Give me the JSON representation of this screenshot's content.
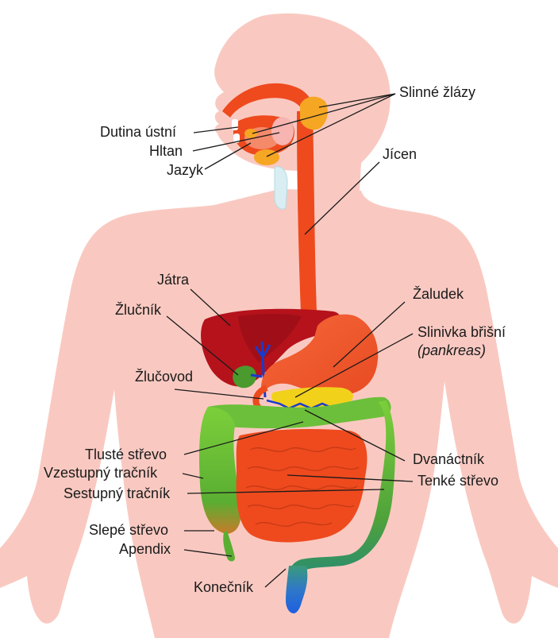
{
  "labels": {
    "salivary_glands": "Slinné žlázy",
    "oral_cavity": "Dutina ústní",
    "pharynx": "Hltan",
    "tongue": "Jazyk",
    "esophagus": "Jícen",
    "liver": "Játra",
    "stomach": "Žaludek",
    "gallbladder": "Žlučník",
    "pancreas": "Slinivka břišní",
    "pancreas_alt": "(pankreas)",
    "bile_duct": "Žlučovod",
    "colon": "Tlusté střevo",
    "duodenum": "Dvanáctník",
    "ascending_colon": "Vzestupný tračník",
    "small_intestine": "Tenké střevo",
    "descending_colon": "Sestupný tračník",
    "cecum": "Slepé střevo",
    "appendix": "Apendix",
    "rectum": "Konečník"
  },
  "colors": {
    "body": "#f9c9c1",
    "digestive_tract": "#ee4a1e",
    "small_intestine": "#ee4a1e",
    "liver": "#b5121b",
    "gallbladder": "#4a9a2e",
    "pancreas": "#f2d11a",
    "salivary_glands": "#f5a623",
    "large_intestine": "#6cbf3a",
    "rectum": "#2b6ad6",
    "bile_ducts": "#1a3acc",
    "leader_lines": "#1a1a1a"
  }
}
